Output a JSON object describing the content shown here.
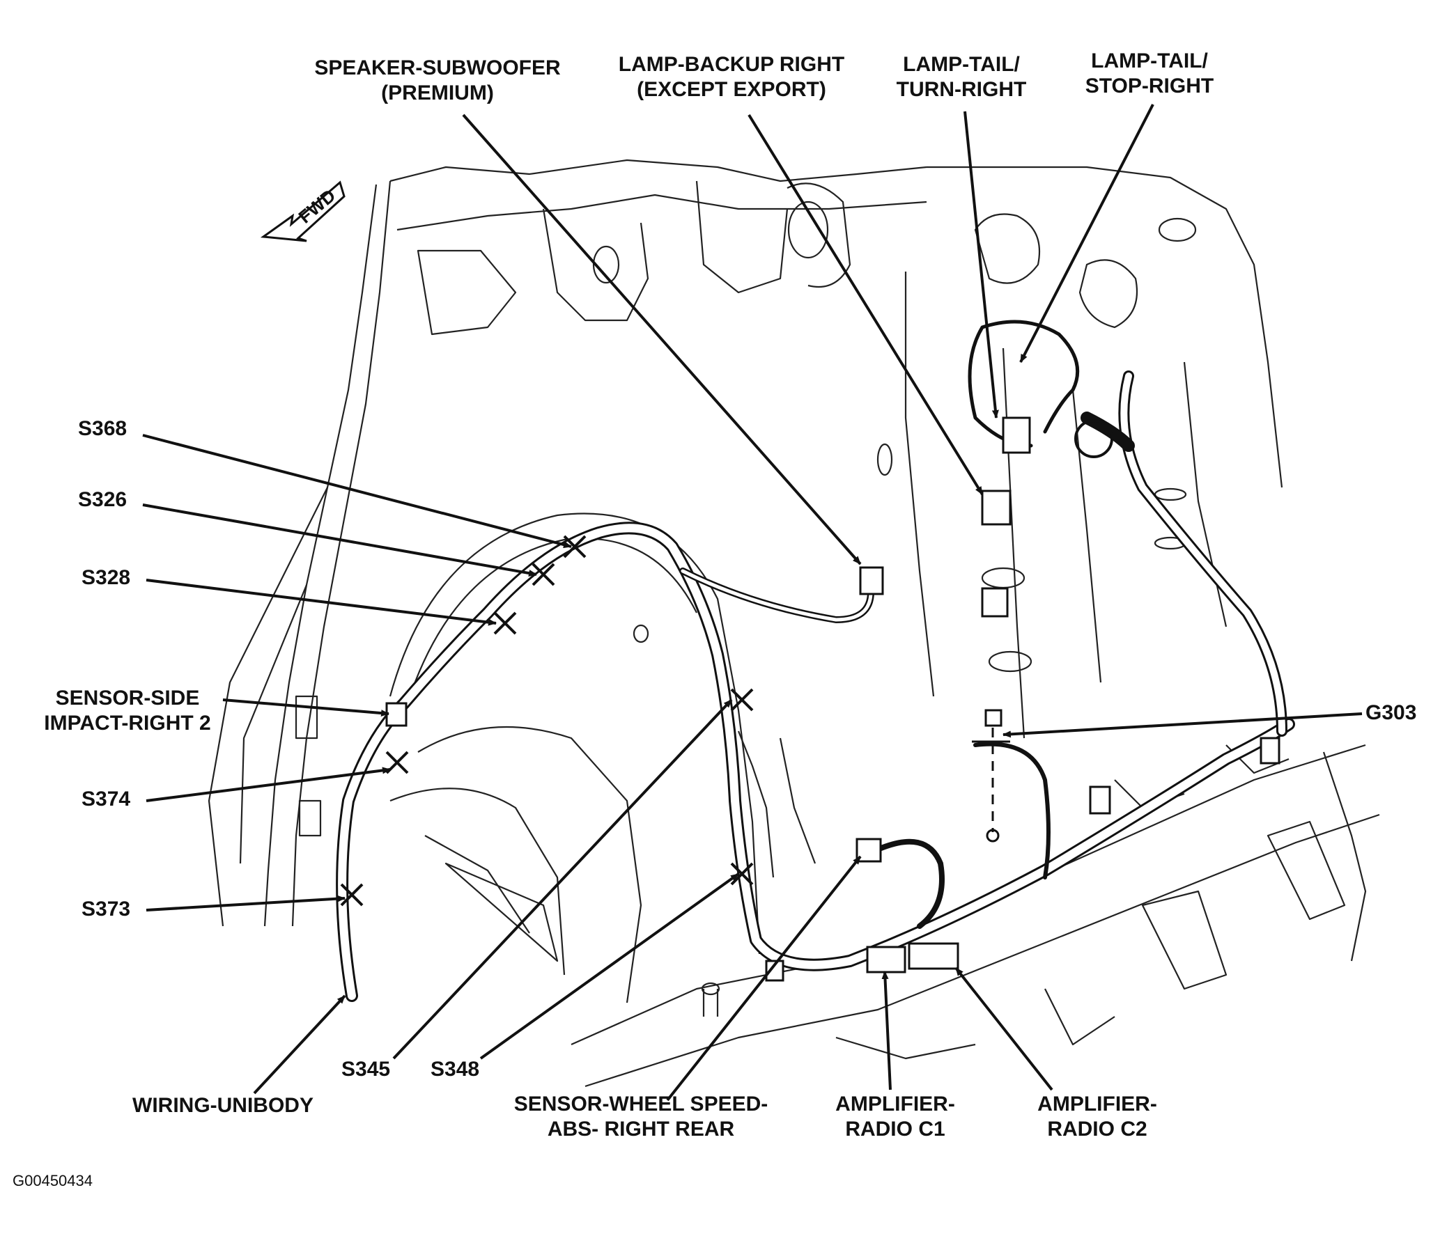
{
  "figure_id": "G00450434",
  "orientation_marker": "FWD",
  "callouts": {
    "speaker_subwoofer": [
      "SPEAKER-SUBWOOFER",
      "(PREMIUM)"
    ],
    "lamp_backup_right": [
      "LAMP-BACKUP RIGHT",
      "(EXCEPT EXPORT)"
    ],
    "lamp_tail_turn_right": [
      "LAMP-TAIL/",
      "TURN-RIGHT"
    ],
    "lamp_tail_stop_right": [
      "LAMP-TAIL/",
      "STOP-RIGHT"
    ],
    "s368": "S368",
    "s326": "S326",
    "s328": "S328",
    "sensor_side_impact": [
      "SENSOR-SIDE",
      "IMPACT-RIGHT 2"
    ],
    "s374": "S374",
    "s373": "S373",
    "wiring_unibody": "WIRING-UNIBODY",
    "s345": "S345",
    "s348": "S348",
    "sensor_wheel_speed": [
      "SENSOR-WHEEL SPEED-",
      "ABS- RIGHT REAR"
    ],
    "amplifier_radio_c1": [
      "AMPLIFIER-",
      "RADIO C1"
    ],
    "amplifier_radio_c2": [
      "AMPLIFIER-",
      "RADIO C2"
    ],
    "g303": "G303"
  }
}
